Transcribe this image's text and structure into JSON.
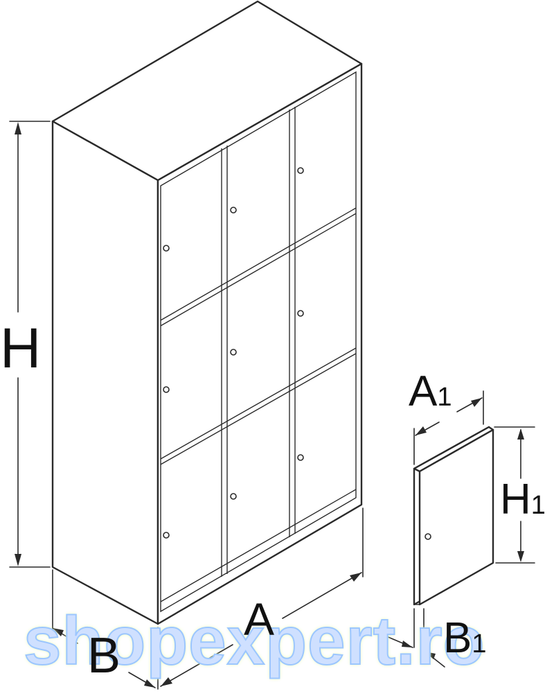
{
  "labels": {
    "height": "H",
    "width": "A",
    "depth": "B",
    "door_width": "A",
    "door_width_sub": "1",
    "door_height": "H",
    "door_height_sub": "1",
    "door_depth": "B",
    "door_depth_sub": "1"
  },
  "watermark": "shopexpert.ro",
  "colors": {
    "line": "#2a2a2a",
    "background": "#ffffff",
    "watermark_fill": "#cfe0ff",
    "watermark_glow": "#e6ffb3"
  }
}
